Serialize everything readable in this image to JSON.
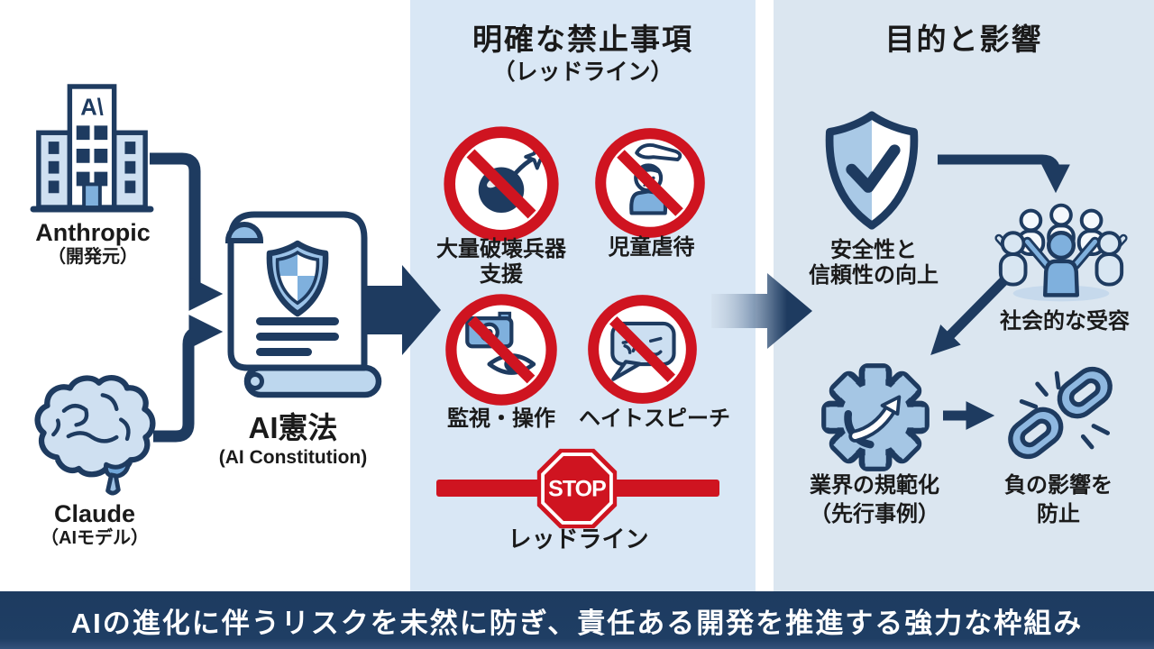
{
  "colors": {
    "navy": "#1e3b60",
    "red": "#cf1420",
    "light_blue": "#7fb0dd",
    "pale_blue": "#cfe0f1",
    "panel_mid_bg": "#d9e7f5",
    "panel_right_bg": "#dbe6f0",
    "footer_bg": "#1d3b60"
  },
  "left_section": {
    "anthropic": {
      "icon": "building-icon",
      "logo_text": "A\\",
      "title": "Anthropic",
      "subtitle": "（開発元）"
    },
    "claude": {
      "icon": "brain-icon",
      "title": "Claude",
      "subtitle": "（AIモデル）"
    },
    "constitution": {
      "icon": "scroll-shield-icon",
      "title": "AI憲法",
      "subtitle": "(AI Constitution)"
    }
  },
  "middle_section": {
    "title": "明確な禁止事項",
    "subtitle": "（レッドライン）",
    "items": [
      {
        "icon": "no-wmd-icon",
        "line1": "大量破壊兵器",
        "line2": "支援"
      },
      {
        "icon": "no-child-abuse-icon",
        "line1": "児童虐待",
        "line2": ""
      },
      {
        "icon": "no-surveillance-icon",
        "line1": "監視・操作",
        "line2": ""
      },
      {
        "icon": "no-hate-speech-icon",
        "line1": "ヘイトスピーチ",
        "line2": ""
      }
    ],
    "stop_text": "STOP",
    "redline_label": "レッドライン"
  },
  "right_section": {
    "title": "目的と影響",
    "items": [
      {
        "icon": "shield-check-icon",
        "line1": "安全性と",
        "line2": "信頼性の向上"
      },
      {
        "icon": "people-icon",
        "line1": "社会的な受容",
        "line2": ""
      },
      {
        "icon": "gear-growth-icon",
        "line1": "業界の規範化",
        "line2": "（先行事例）"
      },
      {
        "icon": "broken-chain-icon",
        "line1": "負の影響を",
        "line2": "防止"
      }
    ]
  },
  "footer": {
    "text": "AIの進化に伴うリスクを未然に防ぎ、責任ある開発を推進する強力な枠組み"
  }
}
